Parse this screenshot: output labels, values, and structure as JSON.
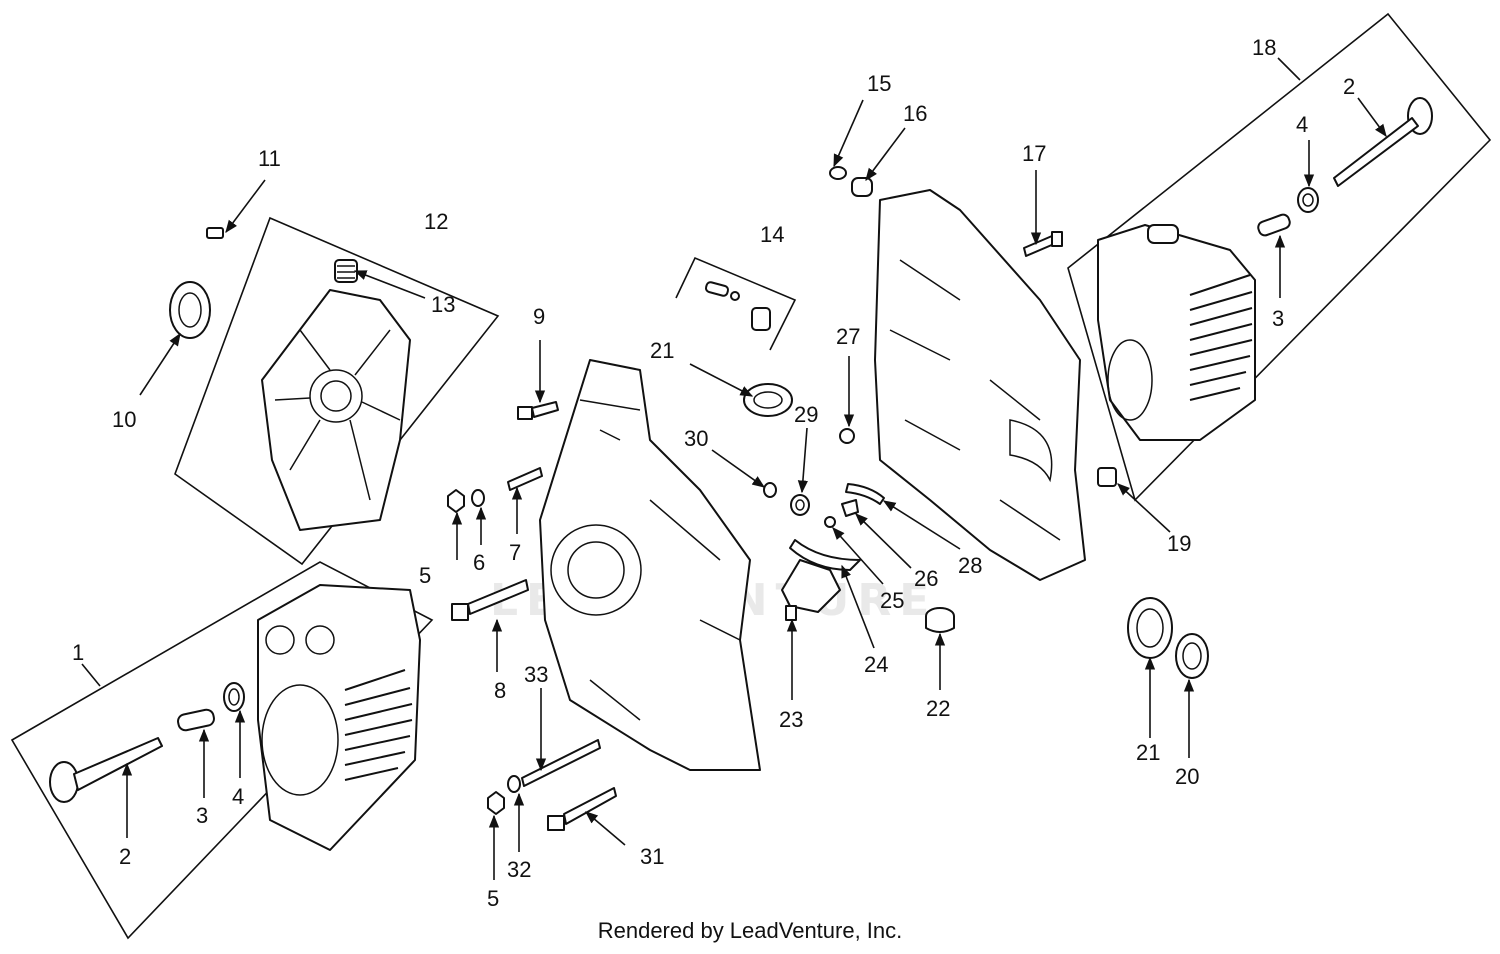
{
  "watermark": "LEADVENTURE",
  "footer": "Rendered by LeadVenture, Inc.",
  "callouts": {
    "c1": "1",
    "c2a": "2",
    "c3a": "3",
    "c4a": "4",
    "c5a": "5",
    "c6": "6",
    "c7": "7",
    "c8": "8",
    "c9": "9",
    "c10": "10",
    "c11": "11",
    "c12": "12",
    "c13": "13",
    "c14": "14",
    "c15": "15",
    "c16": "16",
    "c17": "17",
    "c18": "18",
    "c2b": "2",
    "c4b": "4",
    "c3b": "3",
    "c19": "19",
    "c21a": "21",
    "c30": "30",
    "c29": "29",
    "c27": "27",
    "c28": "28",
    "c26": "26",
    "c25": "25",
    "c24": "24",
    "c23": "23",
    "c22": "22",
    "c21b": "21",
    "c20": "20",
    "c33": "33",
    "c31": "31",
    "c32": "32",
    "c5b": "5"
  }
}
